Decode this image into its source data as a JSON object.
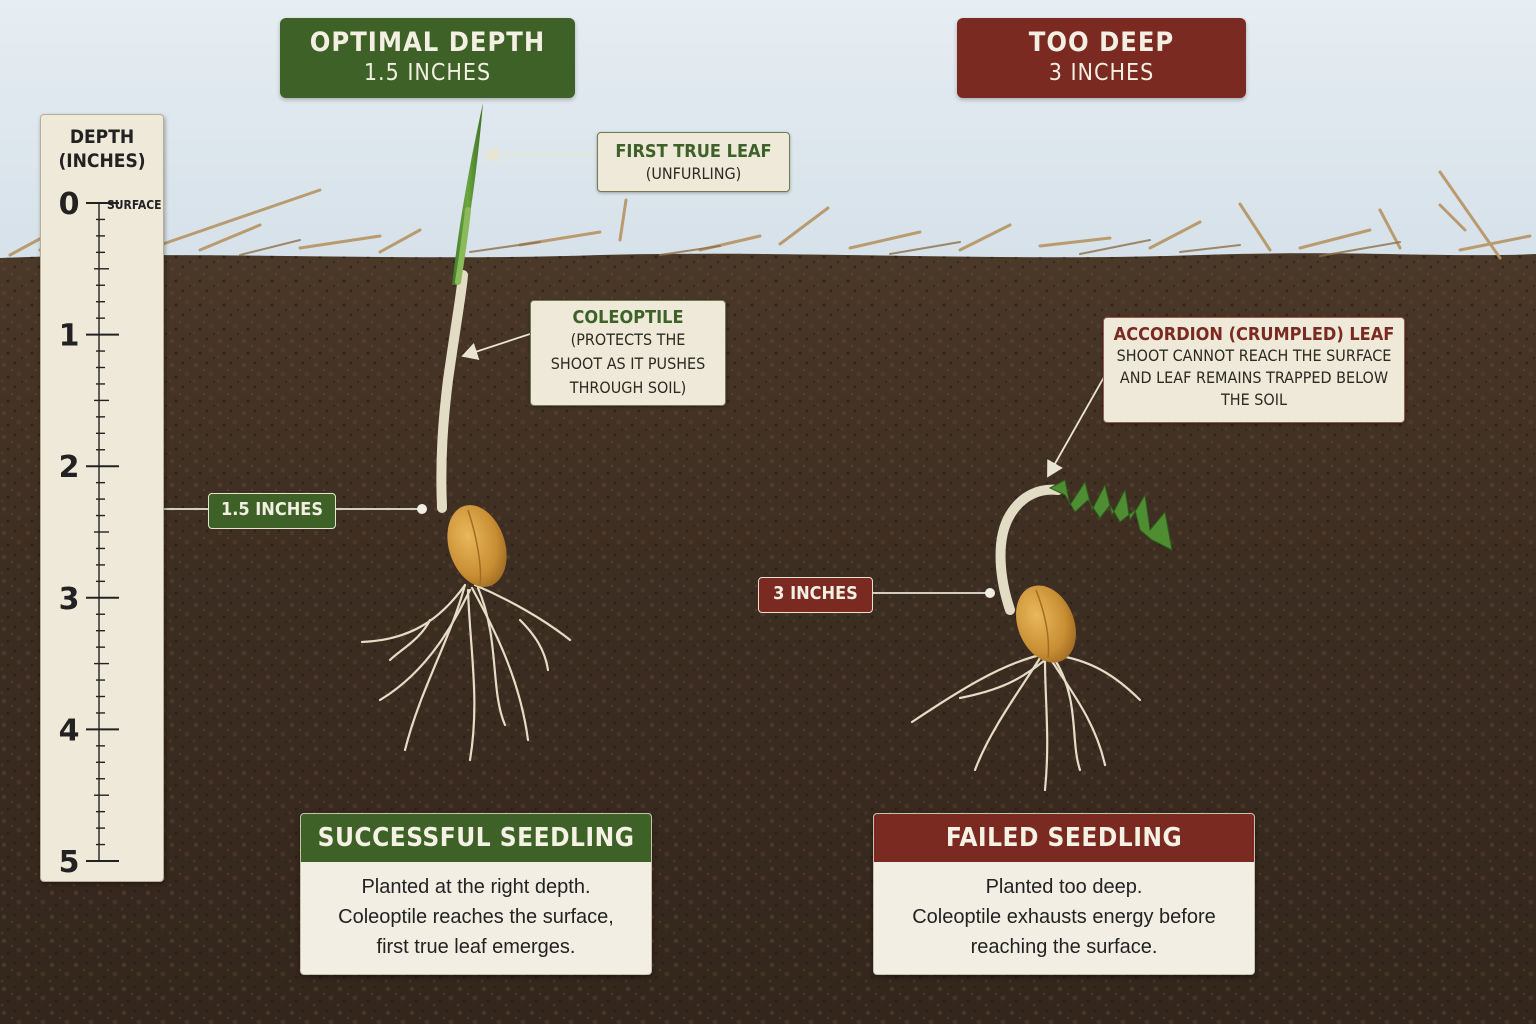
{
  "headers": {
    "optimal": {
      "title": "OPTIMAL DEPTH",
      "subtitle": "1.5 INCHES"
    },
    "too_deep": {
      "title": "TOO DEEP",
      "subtitle": "3 INCHES"
    }
  },
  "ruler": {
    "title_line1": "DEPTH",
    "title_line2": "(INCHES)",
    "surface_label": "SURFACE",
    "ticks": [
      "0",
      "1",
      "2",
      "3",
      "4",
      "5"
    ]
  },
  "callouts": {
    "first_leaf": {
      "title": "FIRST TRUE LEAF",
      "text": "(UNFURLING)"
    },
    "coleoptile": {
      "title": "COLEOPTILE",
      "lines": [
        "(PROTECTS THE",
        "SHOOT AS IT PUSHES",
        "THROUGH SOIL)"
      ]
    },
    "accordion": {
      "title": "ACCORDION (CRUMPLED) LEAF",
      "lines": [
        "SHOOT CANNOT REACH THE SURFACE",
        "AND LEAF REMAINS TRAPPED BELOW",
        "THE SOIL"
      ]
    }
  },
  "depth_tags": {
    "optimal": "1.5 INCHES",
    "deep": "3 INCHES"
  },
  "cards": {
    "success": {
      "title": "SUCCESSFUL SEEDLING",
      "lines": [
        "Planted at the right depth.",
        "Coleoptile reaches the surface,",
        "first true leaf emerges."
      ]
    },
    "failed": {
      "title": "FAILED SEEDLING",
      "lines": [
        "Planted too deep.",
        "Coleoptile exhausts energy before",
        "reaching the surface."
      ]
    }
  },
  "colors": {
    "optimal_green": "#3d6127",
    "too_deep_red": "#7a2a21",
    "soil": "#3d2e22",
    "sky": "#dde7ee",
    "label_bg": "#efe9da"
  }
}
